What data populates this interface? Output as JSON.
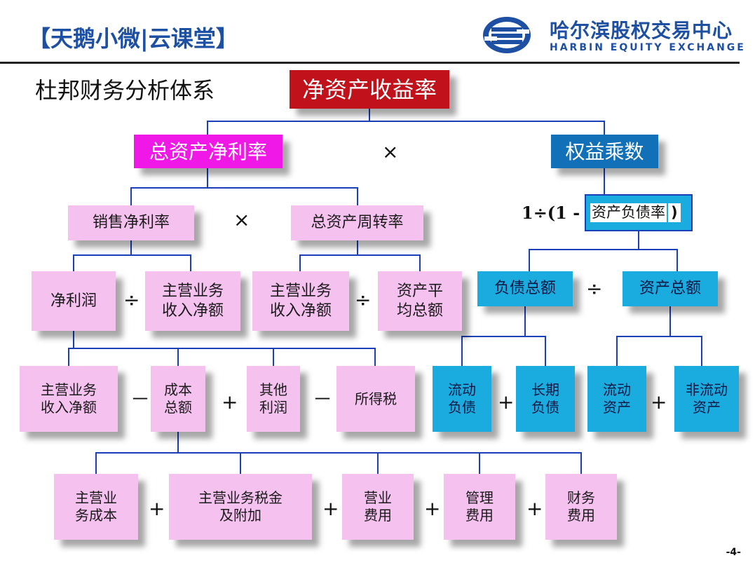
{
  "header": {
    "brand": "【天鹅小微|云课堂】",
    "org_name_cn": "哈尔滨股权交易中心",
    "org_name_en": "HARBIN EQUITY EXCHANGE",
    "logo_icon": "harbin-equity-exchange-logo-icon"
  },
  "page_title": "杜邦财务分析体系",
  "page_number": "-4-",
  "colors": {
    "brand_blue": "#1d4fa3",
    "root": "#c1121c",
    "magenta": "#f018e6",
    "dark_blue": "#1170b8",
    "cyan": "#1aabdf",
    "pink": "#f5c2f0"
  },
  "nodes": {
    "roe": "净资产收益率",
    "roa": "总资产净利率",
    "equity_multiplier": "权益乘数",
    "net_margin": "销售净利率",
    "asset_turnover": "总资产周转率",
    "formula_prefix": "1÷(1 -",
    "debt_ratio": "资产负债率",
    "formula_suffix": ")",
    "net_profit": "净利润",
    "revenue_a": "主营业务\n收入净额",
    "revenue_b": "主营业务\n收入净额",
    "avg_assets": "资产平\n均总额",
    "total_liabilities": "负债总额",
    "total_assets": "资产总额",
    "revenue_c": "主营业务\n收入净额",
    "total_cost": "成本\n总额",
    "other_profit": "其他\n利润",
    "income_tax": "所得税",
    "current_liabilities": "流动\n负债",
    "long_term_liabilities": "长期\n负债",
    "current_assets": "流动\n资产",
    "non_current_assets": "非流动\n资产",
    "cost_of_sales": "主营业\n务成本",
    "taxes_surcharges": "主营业务税金\n及附加",
    "selling_expenses": "营业\n费用",
    "admin_expenses": "管理\n费用",
    "financial_expenses": "财务\n费用"
  },
  "operators": {
    "times_1": "×",
    "times_2": "×",
    "div_1": "÷",
    "div_2": "÷",
    "div_3": "÷",
    "minus_1": "－",
    "plus_1": "+",
    "minus_2": "－",
    "plus_2": "+",
    "plus_3": "+",
    "plus_4": "+",
    "plus_5": "+",
    "plus_6": "+",
    "plus_7": "+"
  }
}
